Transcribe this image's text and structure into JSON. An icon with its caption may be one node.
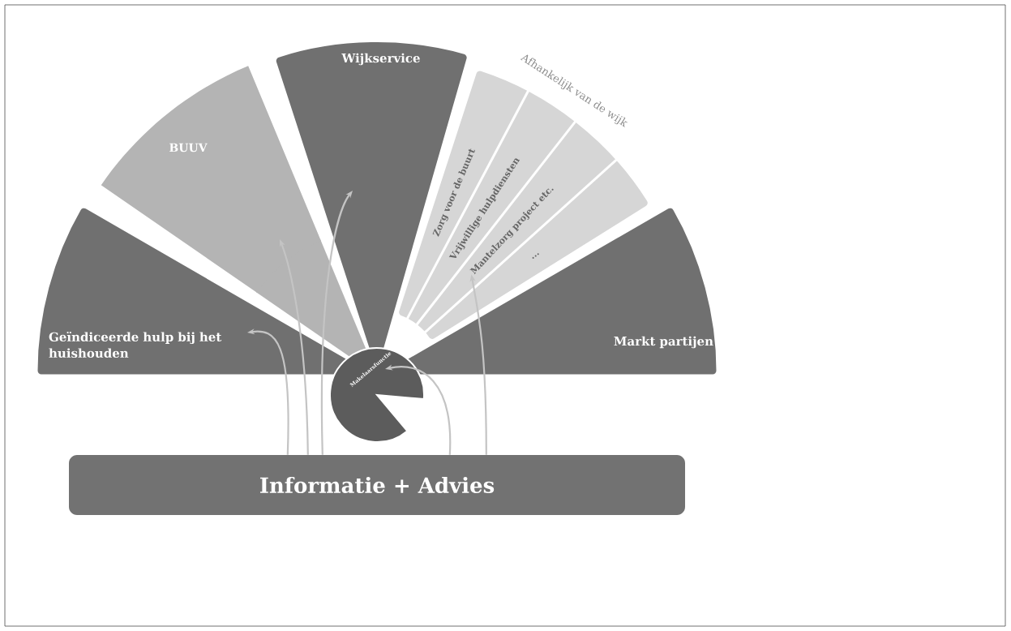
{
  "diagram": {
    "nodes": [
      {
        "text": [
          "Geïndiceerde hulp bij het huishouden"
        ]
      },
      {
        "text": [
          "BUUV"
        ]
      },
      {
        "text": [
          "Wijkservice"
        ]
      },
      {
        "text": [
          "Afhankelijk van de wijk"
        ]
      },
      {
        "text": [
          "Zorg voor de buurt"
        ],
        "in": 3
      },
      {
        "text": [
          "Vrijwillige hulpdiensten"
        ],
        "in": 3
      },
      {
        "text": [
          "Mantelzorg project etc."
        ],
        "in": 3
      },
      {
        "text": [
          "..."
        ],
        "in": 3
      },
      {
        "text": [
          "Markt partijen"
        ]
      },
      {
        "text": [
          "Makelaarsfunctie"
        ]
      },
      {
        "text": [
          "Informatie + Advies"
        ]
      }
    ],
    "edges": [
      {
        "from": 10,
        "to": 0,
        "arrow": "to"
      },
      {
        "from": 10,
        "to": 1,
        "arrow": "to"
      },
      {
        "from": 10,
        "to": 2,
        "arrow": "to"
      },
      {
        "from": 10,
        "to": 9,
        "arrow": "to"
      },
      {
        "from": 10,
        "to": 6,
        "arrow": "to"
      }
    ]
  }
}
